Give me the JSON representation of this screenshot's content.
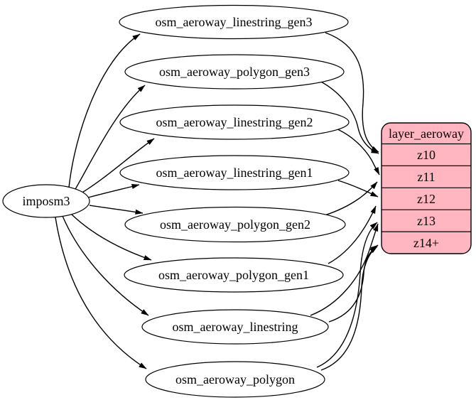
{
  "diagram": {
    "background_color": "#ffffff",
    "edge_color": "#000000",
    "source": {
      "label": "imposm3"
    },
    "tables": [
      {
        "label": "osm_aeroway_linestring_gen3"
      },
      {
        "label": "osm_aeroway_polygon_gen3"
      },
      {
        "label": "osm_aeroway_linestring_gen2"
      },
      {
        "label": "osm_aeroway_linestring_gen1"
      },
      {
        "label": "osm_aeroway_polygon_gen2"
      },
      {
        "label": "osm_aeroway_polygon_gen1"
      },
      {
        "label": "osm_aeroway_linestring"
      },
      {
        "label": "osm_aeroway_polygon"
      }
    ],
    "layer": {
      "title": "layer_aeroway",
      "rows": [
        "z10",
        "z11",
        "z12",
        "z13",
        "z14+"
      ],
      "fill_color": "#ffb6c1",
      "border_color": "#000000"
    },
    "edges": [
      {
        "from": "imposm3",
        "to": "osm_aeroway_linestring_gen3"
      },
      {
        "from": "imposm3",
        "to": "osm_aeroway_polygon_gen3"
      },
      {
        "from": "imposm3",
        "to": "osm_aeroway_linestring_gen2"
      },
      {
        "from": "imposm3",
        "to": "osm_aeroway_linestring_gen1"
      },
      {
        "from": "imposm3",
        "to": "osm_aeroway_polygon_gen2"
      },
      {
        "from": "imposm3",
        "to": "osm_aeroway_polygon_gen1"
      },
      {
        "from": "imposm3",
        "to": "osm_aeroway_linestring"
      },
      {
        "from": "imposm3",
        "to": "osm_aeroway_polygon"
      },
      {
        "from": "osm_aeroway_linestring_gen3",
        "to": "layer_aeroway:z10"
      },
      {
        "from": "osm_aeroway_polygon_gen3",
        "to": "layer_aeroway:z10"
      },
      {
        "from": "osm_aeroway_linestring_gen2",
        "to": "layer_aeroway:z11"
      },
      {
        "from": "osm_aeroway_polygon_gen2",
        "to": "layer_aeroway:z11"
      },
      {
        "from": "osm_aeroway_linestring_gen1",
        "to": "layer_aeroway:z12"
      },
      {
        "from": "osm_aeroway_polygon_gen1",
        "to": "layer_aeroway:z12"
      },
      {
        "from": "osm_aeroway_linestring",
        "to": "layer_aeroway:z13"
      },
      {
        "from": "osm_aeroway_polygon",
        "to": "layer_aeroway:z13"
      },
      {
        "from": "osm_aeroway_linestring",
        "to": "layer_aeroway:z14+"
      },
      {
        "from": "osm_aeroway_polygon",
        "to": "layer_aeroway:z14+"
      }
    ]
  }
}
